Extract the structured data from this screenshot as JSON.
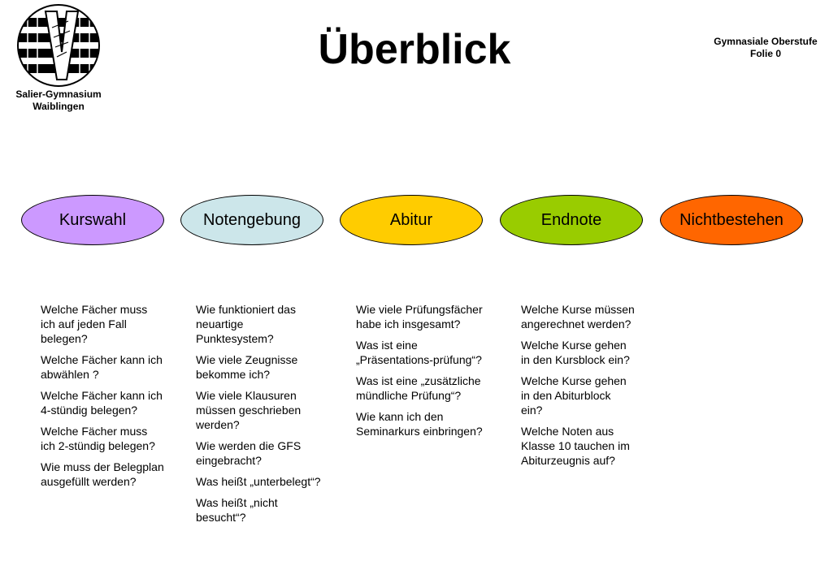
{
  "header": {
    "school_line1": "Salier-Gymnasium",
    "school_line2": "Waiblingen",
    "title": "Überblick",
    "meta_line1": "Gymnasiale Oberstufe",
    "meta_line2": "Folie 0"
  },
  "topics": [
    {
      "label": "Kurswahl",
      "color": "#cc99ff",
      "questions": [
        "Welche Fächer muss ich auf jeden Fall belegen?",
        "Welche Fächer kann ich abwählen ?",
        "Welche Fächer kann ich 4-stündig belegen?",
        "Welche Fächer muss ich 2-stündig belegen?",
        "Wie muss der Belegplan ausgefüllt werden?"
      ]
    },
    {
      "label": "Notengebung",
      "color": "#cce6ea",
      "questions": [
        "Wie funktioniert das neuartige Punktesystem?",
        "Wie viele Zeugnisse bekomme ich?",
        "Wie viele Klausuren müssen geschrieben werden?",
        "Wie werden die GFS eingebracht?",
        "Was heißt „unterbelegt“?",
        "Was heißt „nicht besucht“?"
      ]
    },
    {
      "label": "Abitur",
      "color": "#ffcc00",
      "questions": [
        "Wie viele Prüfungsfächer habe ich insgesamt?",
        "Was ist eine „Präsentations-prüfung“?",
        "Was ist eine „zusätzliche mündliche Prüfung“?",
        "Wie kann ich den Seminarkurs einbringen?"
      ]
    },
    {
      "label": "Endnote",
      "color": "#99cc00",
      "questions": [
        "Welche Kurse müssen angerechnet werden?",
        "Welche Kurse gehen in den Kursblock ein?",
        "Welche Kurse gehen in den Abiturblock ein?",
        "Welche Noten aus Klasse 10 tauchen im Abiturzeugnis auf?"
      ]
    },
    {
      "label": "Nichtbestehen",
      "color": "#ff6600",
      "questions": []
    }
  ]
}
